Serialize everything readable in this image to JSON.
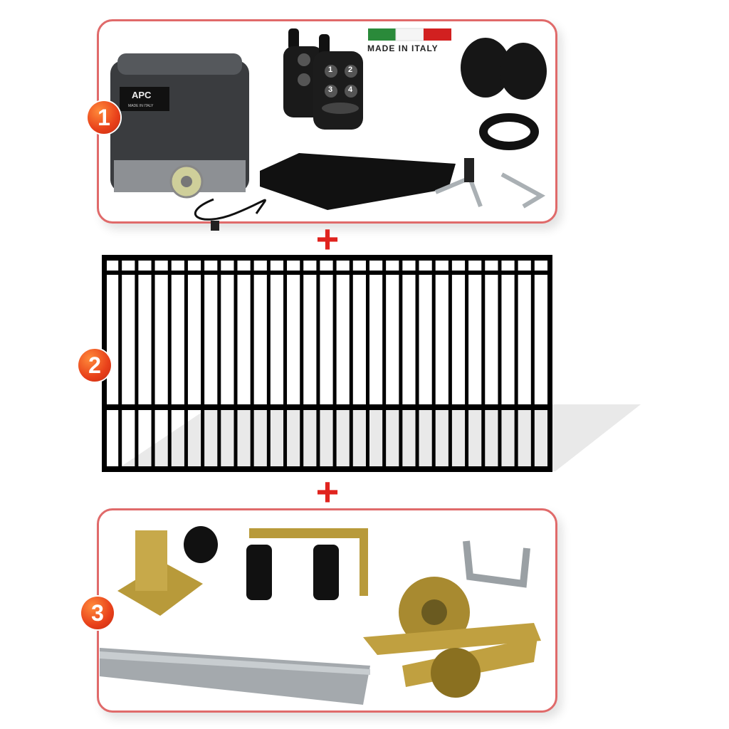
{
  "kit": {
    "badges": [
      "1",
      "2",
      "3"
    ],
    "plus_signs": [
      "+",
      "+"
    ],
    "flag_text": "MADE IN ITALY",
    "brand": "APC",
    "motor_label": "MADE IN ITALY",
    "remote_buttons": [
      "1",
      "2",
      "3",
      "4"
    ],
    "colors": {
      "accent": "#e0231e",
      "panel_border": "#e06a6a",
      "badge": "#e8401a",
      "gate": "#000000"
    }
  }
}
